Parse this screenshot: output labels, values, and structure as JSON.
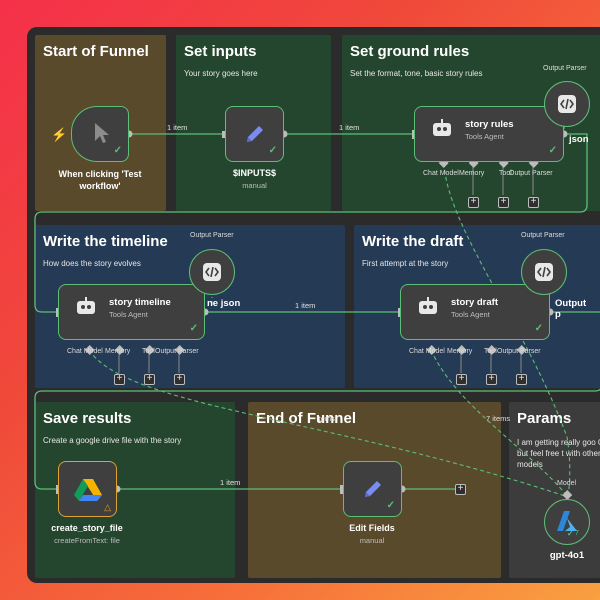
{
  "stickies": {
    "start": {
      "title": "Start of Funnel"
    },
    "inputs": {
      "title": "Set inputs",
      "subtitle": "Your story goes here"
    },
    "rules": {
      "title": "Set ground rules",
      "subtitle": "Set the format, tone, basic story rules"
    },
    "timeline": {
      "title": "Write the timeline",
      "subtitle": "How does the story evolves"
    },
    "draft": {
      "title": "Write the draft",
      "subtitle": "First attempt at the story"
    },
    "save": {
      "title": "Save results",
      "subtitle": "Create a google drive file with the story"
    },
    "end": {
      "title": "End of Funnel"
    },
    "params": {
      "title": "Params",
      "subtitle": "I am getting really goo GPT-4o but feel free t with other models"
    }
  },
  "nodes": {
    "trigger": {
      "title": "When clicking 'Test workflow'"
    },
    "inputs": {
      "title": "$INPUTS$",
      "meta": "manual"
    },
    "story_rules": {
      "name": "story rules",
      "type": "Tools Agent"
    },
    "story_timeline": {
      "name": "story timeline",
      "type": "Tools Agent"
    },
    "story_draft": {
      "name": "story draft",
      "type": "Tools Agent"
    },
    "create_file": {
      "title": "create_story_file",
      "meta": "createFromText: file"
    },
    "edit_fields": {
      "title": "Edit Fields",
      "meta": "manual"
    },
    "gpt": {
      "title": "gpt-4o1",
      "port": "Model",
      "count": "7"
    }
  },
  "ports": {
    "chat_model": "Chat Model",
    "memory": "Memory",
    "tool": "Tool",
    "output_parser": "Output Parser"
  },
  "edges": {
    "one_item": "1 item",
    "items": "items",
    "seven_items": "7 items"
  },
  "parsers": {
    "rules_label": "json",
    "timeline_label": "ne json",
    "draft_label": "Output\np"
  },
  "colors": {
    "start": "#5a4a2c",
    "inputs": "#25462e",
    "rules": "#25462e",
    "blue": "#253a54",
    "save": "#25462e",
    "end": "#5a4a2c",
    "params": "#3c3c3c",
    "wire": "#5bbf75",
    "node_bg": "#3f3f3f"
  }
}
